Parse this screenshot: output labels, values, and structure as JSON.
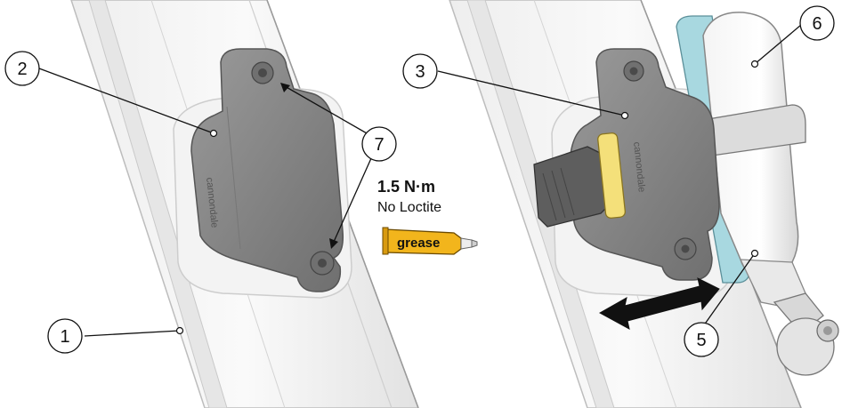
{
  "callouts": {
    "c1": "1",
    "c2": "2",
    "c3": "3",
    "c5": "5",
    "c6": "6",
    "c7": "7"
  },
  "spec": {
    "torque": "1.5 N·m",
    "note": "No Loctite",
    "grease_label": "grease"
  },
  "brand_marks": {
    "left_plate": "cannondale",
    "right_plate": "cannondale"
  },
  "colors": {
    "grease_tube": "#f2b51c",
    "cartridge_accent": "#f4e07a",
    "plate": "#8a8a8a",
    "strap_tray": "#a8d8e0"
  }
}
